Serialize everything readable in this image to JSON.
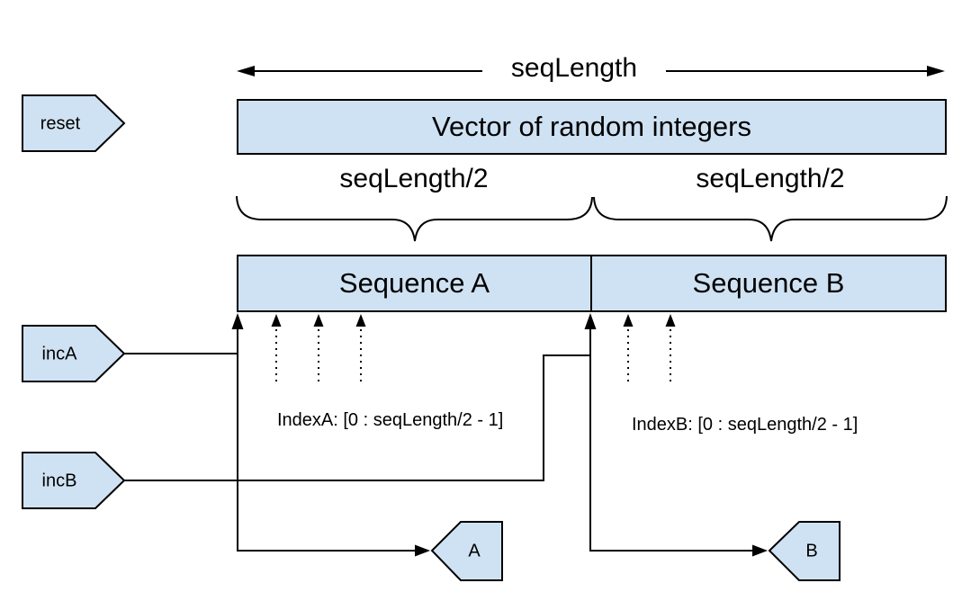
{
  "diagram": {
    "top_arrow_label": "seqLength",
    "vector_box_label": "Vector of random integers",
    "half_labels": {
      "left": "seqLength/2",
      "right": "seqLength/2"
    },
    "sequences": {
      "a_label": "Sequence A",
      "b_label": "Sequence B"
    },
    "index_labels": {
      "a": "IndexA: [0 : seqLength/2 - 1]",
      "b": "IndexB: [0 : seqLength/2 - 1]"
    },
    "tags": {
      "reset": "reset",
      "incA": "incA",
      "incB": "incB",
      "outA": "A",
      "outB": "B"
    },
    "colors": {
      "shape_fill": "#cfe2f3",
      "stroke": "#000000",
      "background": "#ffffff"
    }
  }
}
